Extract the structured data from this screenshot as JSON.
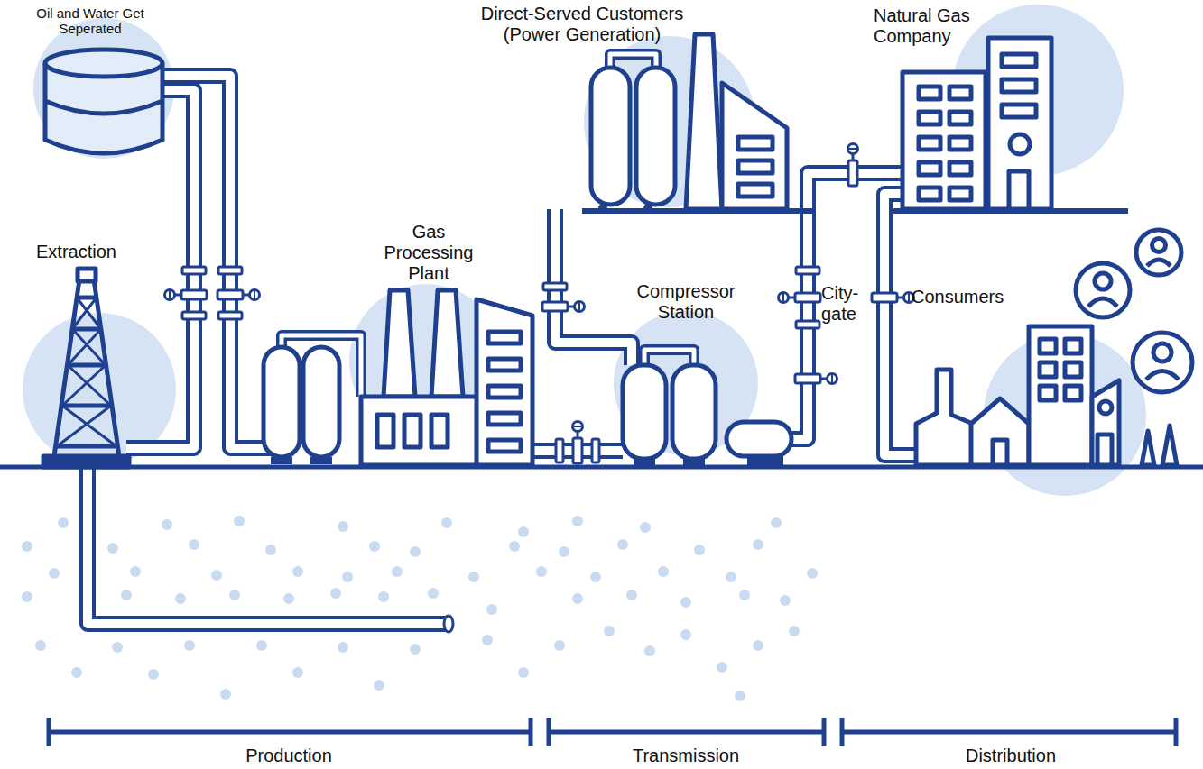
{
  "diagram": {
    "labels": [
      "Oil and Water Get Seperated",
      "Direct-Served Customers (Power Generation)",
      "Natural Gas Company",
      "Gas Processing Plant",
      "Extraction",
      "Compressor Station",
      "City-gate",
      "Consumers",
      "Production",
      "Transmission",
      "Distribution"
    ]
  }
}
